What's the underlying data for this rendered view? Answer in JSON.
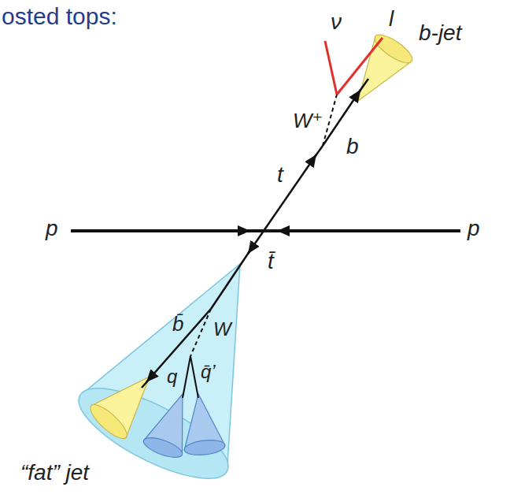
{
  "diagram": {
    "title": "osted tops:",
    "labels": [
      "ν",
      "l",
      "b-jet",
      "W⁺",
      "b",
      "t",
      "p",
      "p",
      "t̄",
      "b̄",
      "W",
      "q",
      "q̄’",
      "“fat” jet"
    ]
  }
}
